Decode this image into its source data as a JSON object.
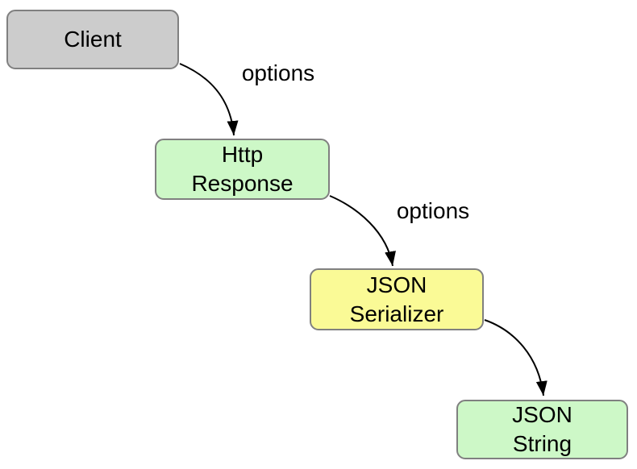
{
  "diagram": {
    "background": "#ffffff",
    "text_color": "#000000",
    "node_border_color": "#808080",
    "edge_color": "#000000",
    "nodes": [
      {
        "id": "client",
        "label": "Client",
        "fill": "#cccccc"
      },
      {
        "id": "http-response",
        "label": "Http\nResponse",
        "fill": "#cdf8c7"
      },
      {
        "id": "json-serializer",
        "label": "JSON\nSerializer",
        "fill": "#fafa96"
      },
      {
        "id": "json-string",
        "label": "JSON\nString",
        "fill": "#cdf8c7"
      }
    ],
    "edges": [
      {
        "from": "client",
        "to": "http-response",
        "label": "options"
      },
      {
        "from": "http-response",
        "to": "json-serializer",
        "label": "options"
      },
      {
        "from": "json-serializer",
        "to": "json-string",
        "label": ""
      }
    ]
  }
}
